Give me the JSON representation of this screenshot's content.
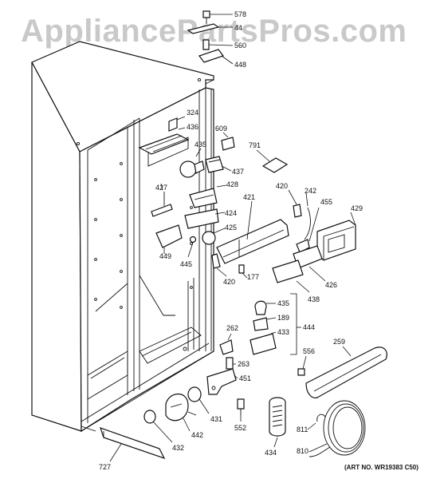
{
  "watermark": "AppliancePartsPros.com",
  "art_number": "(ART NO. WR19383 C50)",
  "callouts": [
    {
      "id": "p578",
      "label": "578"
    },
    {
      "id": "p44x",
      "label": "44"
    },
    {
      "id": "p560",
      "label": "560"
    },
    {
      "id": "p448",
      "label": "448"
    },
    {
      "id": "p324",
      "label": "324"
    },
    {
      "id": "p436",
      "label": "436"
    },
    {
      "id": "p609",
      "label": "609"
    },
    {
      "id": "p435a",
      "label": "435"
    },
    {
      "id": "p437",
      "label": "437"
    },
    {
      "id": "p791",
      "label": "791"
    },
    {
      "id": "p427",
      "label": "427"
    },
    {
      "id": "p428",
      "label": "428"
    },
    {
      "id": "p424",
      "label": "424"
    },
    {
      "id": "p421",
      "label": "421"
    },
    {
      "id": "p420a",
      "label": "420"
    },
    {
      "id": "p242",
      "label": "242"
    },
    {
      "id": "p455",
      "label": "455"
    },
    {
      "id": "p429",
      "label": "429"
    },
    {
      "id": "p425",
      "label": "425"
    },
    {
      "id": "p449",
      "label": "449"
    },
    {
      "id": "p445",
      "label": "445"
    },
    {
      "id": "p420b",
      "label": "420"
    },
    {
      "id": "p177",
      "label": "177"
    },
    {
      "id": "p426",
      "label": "426"
    },
    {
      "id": "p438",
      "label": "438"
    },
    {
      "id": "p435b",
      "label": "435"
    },
    {
      "id": "p189",
      "label": "189"
    },
    {
      "id": "p433",
      "label": "433"
    },
    {
      "id": "p444",
      "label": "444"
    },
    {
      "id": "p262",
      "label": "262"
    },
    {
      "id": "p263",
      "label": "263"
    },
    {
      "id": "p451",
      "label": "451"
    },
    {
      "id": "p556",
      "label": "556"
    },
    {
      "id": "p259",
      "label": "259"
    },
    {
      "id": "p431",
      "label": "431"
    },
    {
      "id": "p442",
      "label": "442"
    },
    {
      "id": "p432",
      "label": "432"
    },
    {
      "id": "p552",
      "label": "552"
    },
    {
      "id": "p434",
      "label": "434"
    },
    {
      "id": "p811",
      "label": "811"
    },
    {
      "id": "p810",
      "label": "810"
    },
    {
      "id": "p727",
      "label": "727"
    }
  ]
}
